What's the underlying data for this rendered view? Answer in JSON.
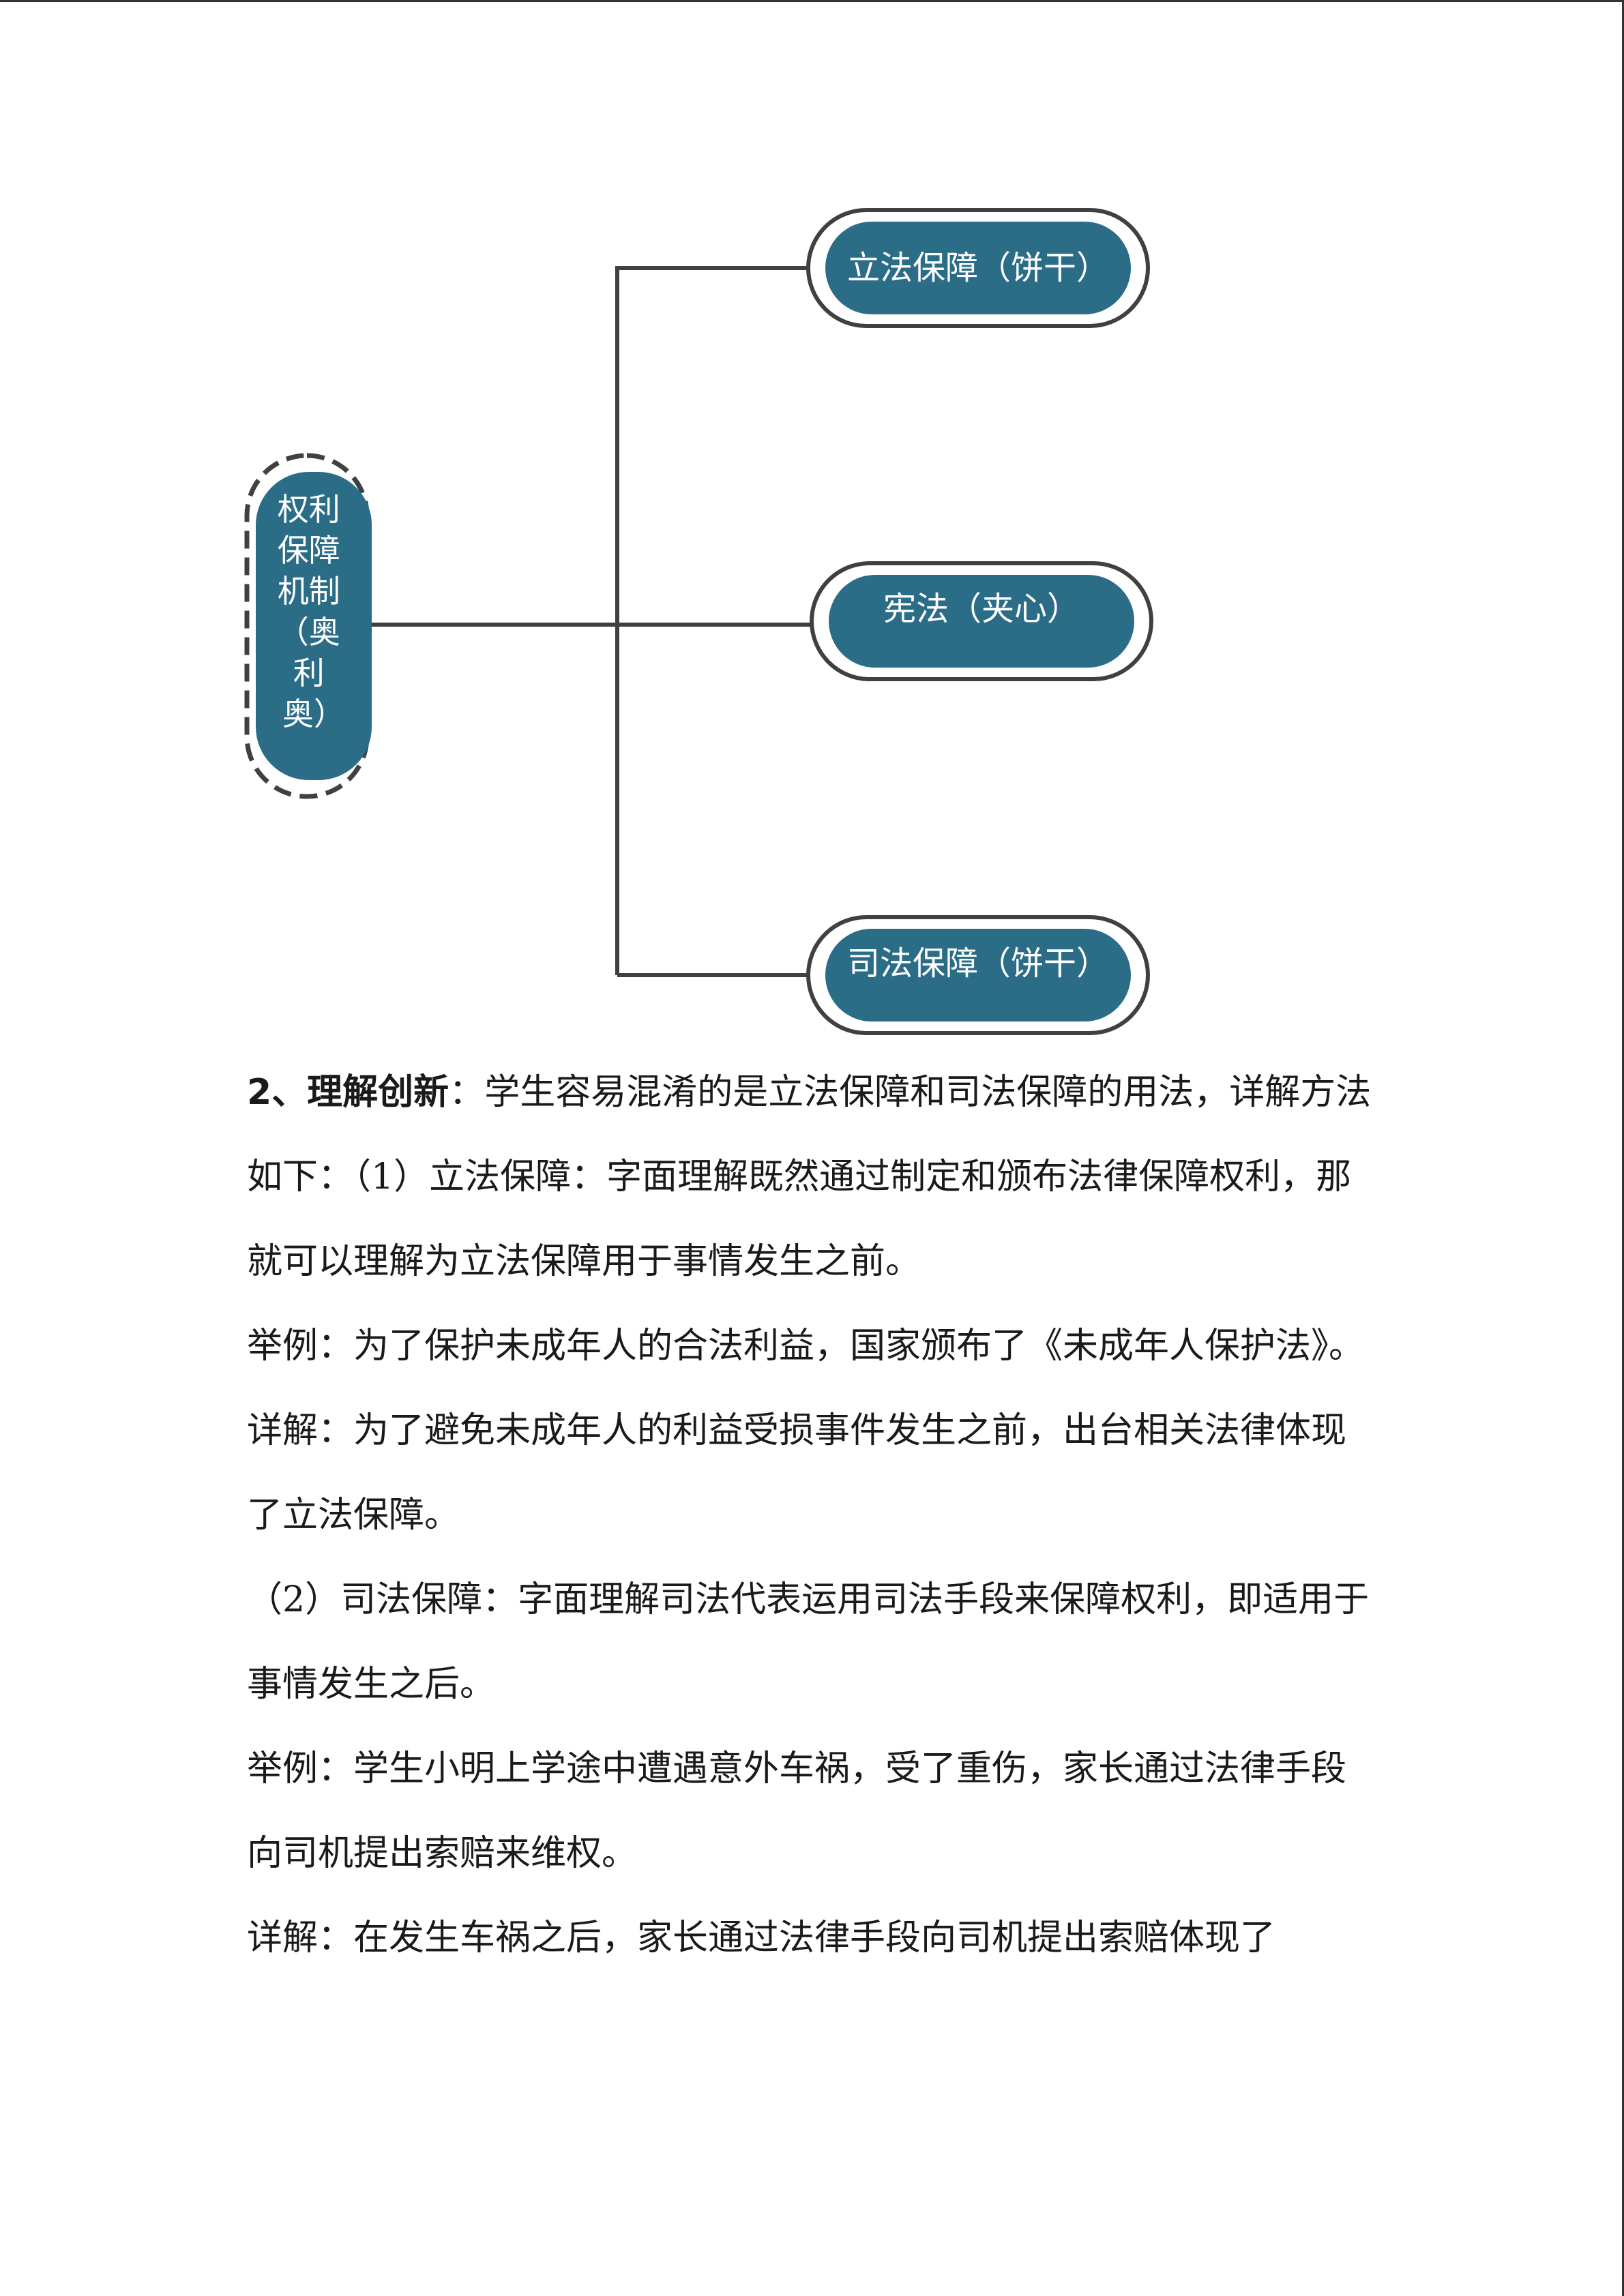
{
  "diagram": {
    "root": "权利保障机制（奥利奥）",
    "root_lines": [
      "权利",
      "保障",
      "机制",
      "（奥",
      "利",
      "奥）"
    ],
    "branches": [
      {
        "label": "立法保障（饼干）"
      },
      {
        "label": "宪法（夹心）"
      },
      {
        "label": "司法保障（饼干）"
      }
    ],
    "colors": {
      "node_fill": "#2b6c87",
      "outline": "#404040",
      "connector": "#404040"
    }
  },
  "text": {
    "p1_lead": "2、理解创新",
    "p1_body": "：学生容易混淆的是立法保障和司法保障的用法，详解方法如下：（1）立法保障：字面理解既然通过制定和颁布法律保障权利，那就可以理解为立法保障用于事情发生之前。",
    "p2": "举例：为了保护未成年人的合法利益，国家颁布了《未成年人保护法》。",
    "p3": "详解：为了避免未成年人的利益受损事件发生之前，出台相关法律体现了立法保障。",
    "p4": "（2）司法保障：字面理解司法代表运用司法手段来保障权利，即适用于事情发生之后。",
    "p5": "举例：学生小明上学途中遭遇意外车祸，受了重伤，家长通过法律手段向司机提出索赔来维权。",
    "p6": "详解：在发生车祸之后，家长通过法律手段向司机提出索赔体现了"
  }
}
